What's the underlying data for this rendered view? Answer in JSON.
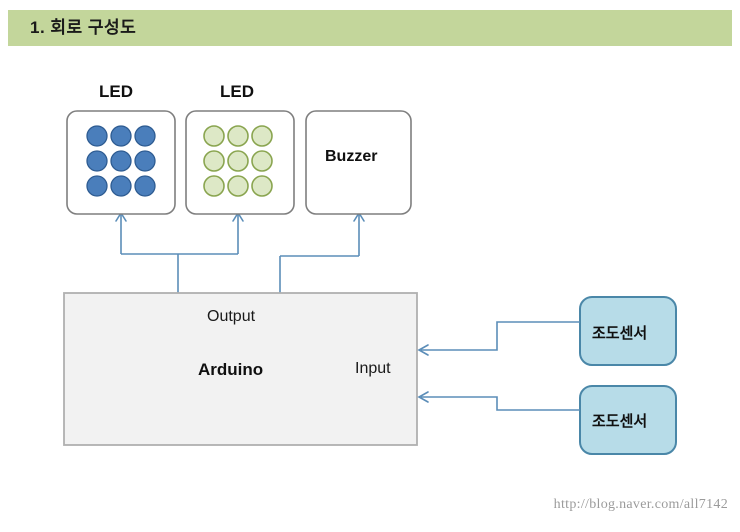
{
  "header": {
    "title": "1. 회로 구성도",
    "band_color": "#c3d69b"
  },
  "diagram": {
    "output_devices": [
      {
        "name": "led-blue",
        "caption": "LED",
        "circle_fill": "#4a7ebb",
        "circle_stroke": "#2e5c92",
        "circle_count": 9,
        "grid": "3x3"
      },
      {
        "name": "led-green",
        "caption": "LED",
        "circle_fill": "#dde8c6",
        "circle_stroke": "#8aa550",
        "circle_count": 9,
        "grid": "3x3"
      },
      {
        "name": "buzzer",
        "caption": "Buzzer"
      }
    ],
    "controller": {
      "title": "Arduino",
      "output_port_label": "Output",
      "input_port_label": "Input",
      "fill": "#f2f2f2",
      "stroke": "#b0b0b0"
    },
    "sensors": [
      {
        "label": "조도센서",
        "fill": "#b7dce8",
        "stroke": "#4a87a8"
      },
      {
        "label": "조도센서",
        "fill": "#b7dce8",
        "stroke": "#4a87a8"
      }
    ],
    "connector_color": "#5b8db8",
    "box_stroke": "#7f7f7f"
  },
  "footer": {
    "url": "http://blog.naver.com/all7142"
  }
}
